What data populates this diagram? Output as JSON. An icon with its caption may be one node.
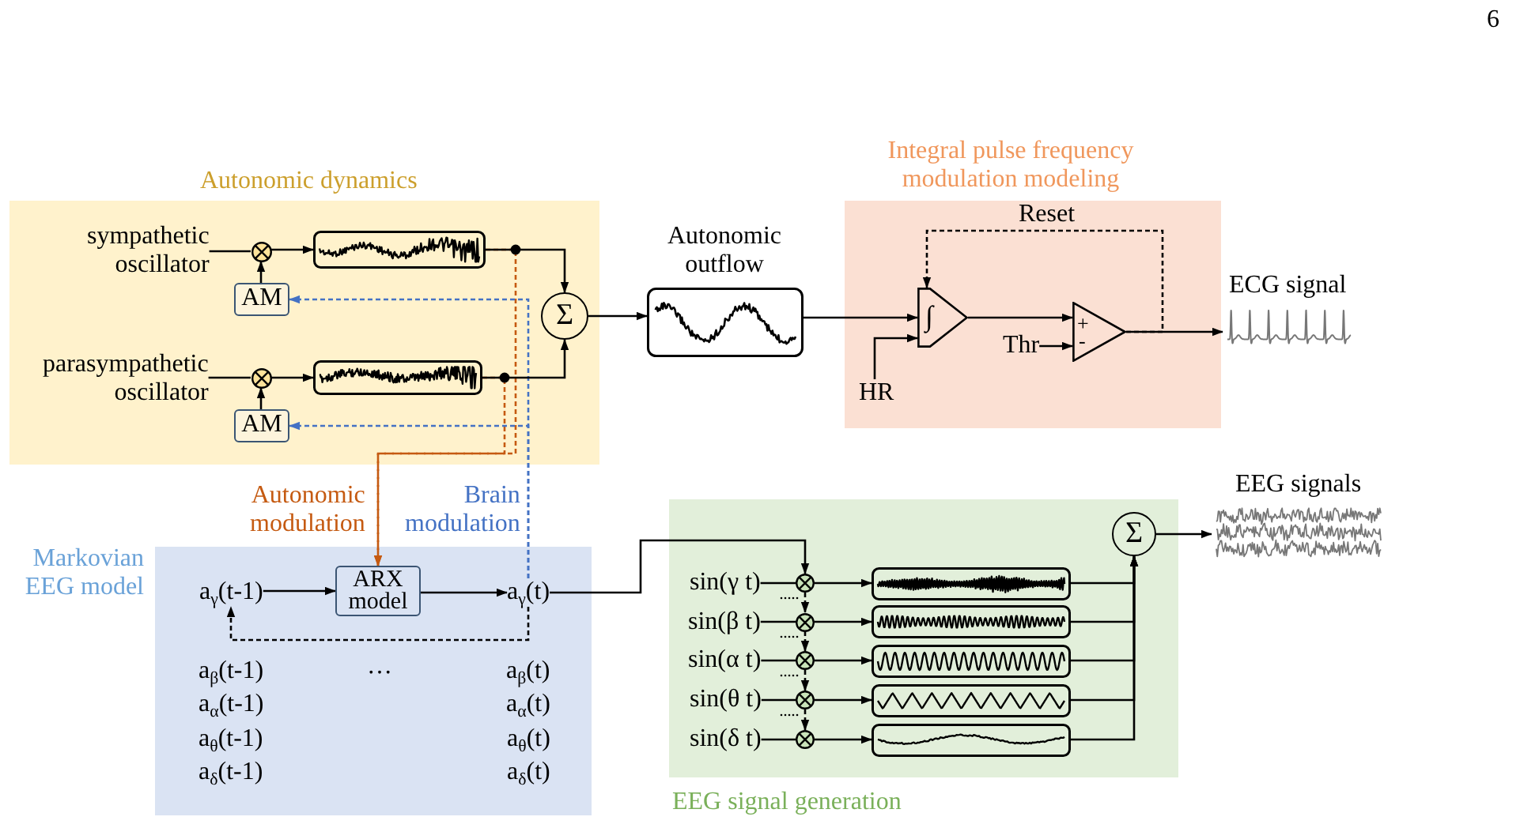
{
  "diagram": {
    "nodes": [
      {
        "text": [
          "Autonomic dynamics"
        ]
      },
      {
        "text": [
          "sympathetic oscillator"
        ],
        "in": 0
      },
      {
        "text": [],
        "shape": "circle",
        "in": 0
      },
      {
        "text": [
          "AM"
        ],
        "in": 0
      },
      {
        "text": [],
        "shape": "picture",
        "in": 0
      },
      {
        "text": [
          "parasympathetic oscillator"
        ],
        "in": 0
      },
      {
        "text": [],
        "shape": "circle",
        "in": 0
      },
      {
        "text": [
          "AM"
        ],
        "in": 0
      },
      {
        "text": [],
        "shape": "picture",
        "in": 0
      },
      {
        "text": [
          "Σ"
        ],
        "in": 0
      },
      {
        "text": [
          "Autonomic outflow"
        ]
      },
      {
        "text": [
          "Integral pulse frequency modulation modeling"
        ]
      },
      {
        "text": [
          "∫"
        ],
        "in": 11
      },
      {
        "text": [
          "HR"
        ],
        "in": 11
      },
      {
        "text": [
          "Thr"
        ],
        "in": 11
      },
      {
        "text": [
          "+",
          "-"
        ],
        "in": 11
      },
      {
        "text": [
          "ECG signal"
        ]
      },
      {
        "text": [
          "Markovian EEG model"
        ]
      },
      {
        "text": [
          "a$_{γ}$(t-1)"
        ],
        "in": 17
      },
      {
        "text": [
          "ARX model"
        ],
        "in": 17
      },
      {
        "text": [
          "a$_{γ}$(t)"
        ],
        "in": 17
      },
      {
        "text": [
          "EEG signal generation"
        ]
      },
      {
        "text": [
          "sin(γ t)"
        ],
        "in": 21
      },
      {
        "text": [],
        "shape": "circle",
        "in": 21
      },
      {
        "text": [],
        "shape": "picture",
        "in": 21
      },
      {
        "text": [
          "sin(β t)"
        ],
        "in": 21
      },
      {
        "text": [],
        "shape": "circle",
        "in": 21
      },
      {
        "text": [],
        "shape": "picture",
        "in": 21
      },
      {
        "text": [
          "sin(α t)"
        ],
        "in": 21
      },
      {
        "text": [],
        "shape": "circle",
        "in": 21
      },
      {
        "text": [],
        "shape": "picture",
        "in": 21
      },
      {
        "text": [
          "sin(θ t)"
        ],
        "in": 21
      },
      {
        "text": [],
        "shape": "circle",
        "in": 21
      },
      {
        "text": [],
        "shape": "picture",
        "in": 21
      },
      {
        "text": [
          "sin(δ t)"
        ],
        "in": 21
      },
      {
        "text": [],
        "shape": "circle",
        "in": 21
      },
      {
        "text": [],
        "shape": "picture",
        "in": 21
      },
      {
        "text": [
          "Σ"
        ],
        "in": 21
      },
      {
        "text": [
          "EEG signals"
        ]
      }
    ],
    "edges": [
      {
        "from": 1,
        "to": 2,
        "arrow": "none"
      },
      {
        "from": 3,
        "to": 2,
        "arrow": "to"
      },
      {
        "from": 2,
        "to": 4,
        "arrow": "to"
      },
      {
        "from": 5,
        "to": 6,
        "arrow": "none"
      },
      {
        "from": 7,
        "to": 6,
        "arrow": "to"
      },
      {
        "from": 6,
        "to": 8,
        "arrow": "to"
      },
      {
        "from": 4,
        "to": 9,
        "arrow": "to"
      },
      {
        "from": 8,
        "to": 9,
        "arrow": "to"
      },
      {
        "from": 9,
        "to": 10,
        "arrow": "to"
      },
      {
        "from": 10,
        "to": 12,
        "arrow": "to"
      },
      {
        "from": 13,
        "to": 12,
        "arrow": "to"
      },
      {
        "from": 12,
        "to": 15,
        "arrow": "to"
      },
      {
        "from": 14,
        "to": 15,
        "arrow": "to"
      },
      {
        "from": 15,
        "to": 16,
        "arrow": "to"
      },
      {
        "from": 15,
        "to": 12,
        "arrow": "to",
        "label": "Reset",
        "style": "dashed"
      },
      {
        "from": 4,
        "to": 19,
        "arrow": "to",
        "label": "Autonomic modulation",
        "style": "dashed",
        "color": "#c55a11"
      },
      {
        "from": 8,
        "to": 19,
        "arrow": "to",
        "style": "dashed",
        "color": "#c55a11"
      },
      {
        "from": 20,
        "to": 3,
        "arrow": "to",
        "label": "Brain modulation",
        "style": "dashed",
        "color": "#4472c4"
      },
      {
        "from": 20,
        "to": 7,
        "arrow": "to",
        "style": "dashed",
        "color": "#4472c4"
      },
      {
        "from": 18,
        "to": 19,
        "arrow": "to"
      },
      {
        "from": 19,
        "to": 20,
        "arrow": "to"
      },
      {
        "from": 20,
        "to": 18,
        "arrow": "to",
        "style": "dashed"
      },
      {
        "from": 20,
        "to": 23,
        "arrow": "to"
      },
      {
        "from": 22,
        "to": 23,
        "arrow": "none"
      },
      {
        "from": 23,
        "to": 24,
        "arrow": "to"
      },
      {
        "from": 23,
        "to": 26,
        "arrow": "to",
        "style": "dashed"
      },
      {
        "from": 25,
        "to": 26,
        "arrow": "none"
      },
      {
        "from": 26,
        "to": 27,
        "arrow": "to"
      },
      {
        "from": 26,
        "to": 29,
        "arrow": "to",
        "style": "dashed"
      },
      {
        "from": 28,
        "to": 29,
        "arrow": "none"
      },
      {
        "from": 29,
        "to": 30,
        "arrow": "to"
      },
      {
        "from": 29,
        "to": 32,
        "arrow": "to",
        "style": "dashed"
      },
      {
        "from": 31,
        "to": 32,
        "arrow": "none"
      },
      {
        "from": 32,
        "to": 33,
        "arrow": "to"
      },
      {
        "from": 32,
        "to": 35,
        "arrow": "to",
        "style": "dashed"
      },
      {
        "from": 34,
        "to": 35,
        "arrow": "none"
      },
      {
        "from": 35,
        "to": 36,
        "arrow": "to"
      },
      {
        "from": 24,
        "to": 37,
        "arrow": "to"
      },
      {
        "from": 27,
        "to": 37,
        "arrow": "to"
      },
      {
        "from": 30,
        "to": 37,
        "arrow": "to"
      },
      {
        "from": 33,
        "to": 37,
        "arrow": "to"
      },
      {
        "from": 36,
        "to": 37,
        "arrow": "to"
      },
      {
        "from": 37,
        "to": 38,
        "arrow": "to"
      }
    ],
    "labels": [
      "6",
      "a$_{β}$(t-1)",
      "…",
      "a$_{β}$(t)",
      "a$_{α}$(t-1)",
      "a$_{α}$(t)",
      "a$_{θ}$(t-1)",
      "a$_{θ}$(t)",
      "a$_{δ}$(t-1)",
      "a$_{δ}$(t)"
    ]
  }
}
